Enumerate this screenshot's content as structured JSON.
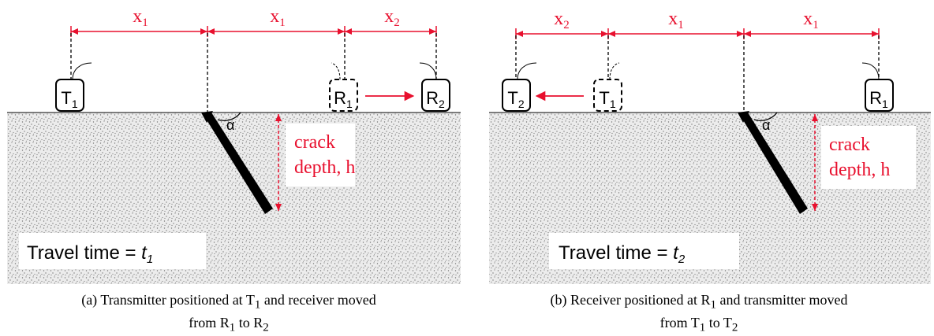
{
  "colors": {
    "dimension": "#e8102e",
    "ground_fill": "#ececec",
    "ground_texture": "#777777",
    "crack": "#000000",
    "text": "#000000"
  },
  "panel_a": {
    "dims": [
      {
        "base": "x",
        "sub": "1"
      },
      {
        "base": "x",
        "sub": "1"
      },
      {
        "base": "x",
        "sub": "2"
      }
    ],
    "sensors": [
      {
        "base": "T",
        "sub": "1",
        "dashed": false
      },
      {
        "base": "R",
        "sub": "1",
        "dashed": true
      },
      {
        "base": "R",
        "sub": "2",
        "dashed": false
      }
    ],
    "angle": "α",
    "depth_line1": "crack",
    "depth_line2": "depth, h",
    "travel_label": "Travel time = ",
    "travel_var": "t",
    "travel_sub": "1",
    "caption_pre": "(a) Transmitter positioned at T",
    "caption_s1": "1",
    "caption_mid": " and receiver moved",
    "caption2_pre": "from R",
    "caption2_s1": "1",
    "caption2_mid": " to R",
    "caption2_s2": "2"
  },
  "panel_b": {
    "dims": [
      {
        "base": "x",
        "sub": "2"
      },
      {
        "base": "x",
        "sub": "1"
      },
      {
        "base": "x",
        "sub": "1"
      }
    ],
    "sensors": [
      {
        "base": "T",
        "sub": "2",
        "dashed": false
      },
      {
        "base": "T",
        "sub": "1",
        "dashed": true
      },
      {
        "base": "R",
        "sub": "1",
        "dashed": false
      }
    ],
    "angle": "α",
    "depth_line1": "crack",
    "depth_line2": "depth, h",
    "travel_label": "Travel time = ",
    "travel_var": "t",
    "travel_sub": "2",
    "caption_pre": "(b) Receiver positioned at R",
    "caption_s1": "1",
    "caption_mid": " and transmitter moved",
    "caption2_pre": "from T",
    "caption2_s1": "1",
    "caption2_mid": " to T",
    "caption2_s2": "2"
  }
}
